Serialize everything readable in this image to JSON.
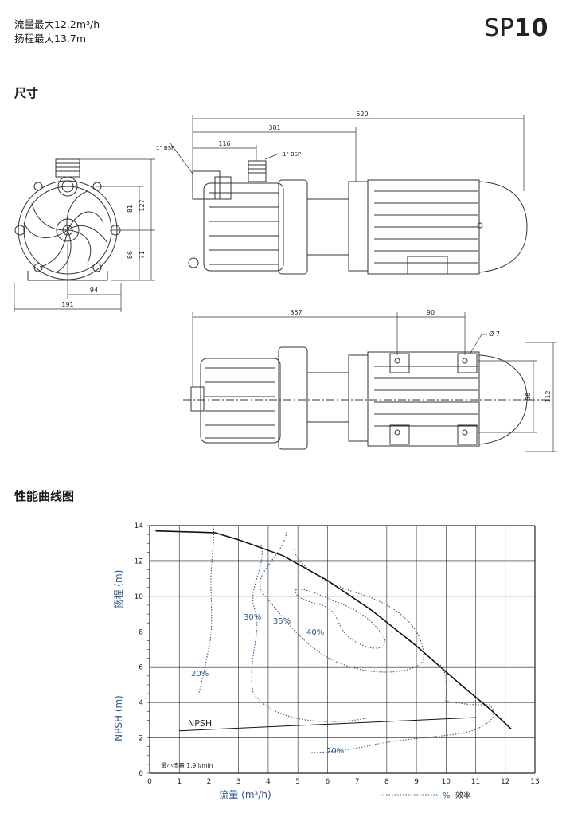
{
  "header": {
    "flow_max": "流量最大12.2m³/h",
    "head_max": "扬程最大13.7m",
    "model_prefix": "SP",
    "model_number": "10"
  },
  "sections": {
    "dimensions": "尺寸",
    "performance": "性能曲线图"
  },
  "drawing": {
    "front_labels": {
      "d127": "127",
      "d81": "81",
      "d86": "86",
      "d71": "71",
      "d94": "94",
      "d191": "191"
    },
    "side_labels": {
      "d520": "520",
      "d301": "301",
      "d116": "116",
      "bsp1": "1\" BSP",
      "bsp2": "1\" BSP"
    },
    "top_labels": {
      "d357": "357",
      "d90": "90",
      "d7": "Ø 7",
      "d56": "56",
      "d112": "112"
    }
  },
  "chart_data": {
    "type": "line",
    "xlabel": "流量 (m³/h)",
    "ylabel_head": "扬程 (m)",
    "ylabel_npsh": "NPSH (m)",
    "xlim": [
      0,
      13
    ],
    "ylim": [
      0,
      14
    ],
    "x_ticks": [
      "0",
      "1",
      "2",
      "3",
      "4",
      "5",
      "6",
      "7",
      "8",
      "9",
      "10",
      "11",
      "12",
      "13"
    ],
    "y_ticks": [
      "0",
      "2",
      "4",
      "6",
      "8",
      "10",
      "12",
      "14"
    ],
    "grid": true,
    "series": [
      {
        "name": "",
        "x": [
          0.2,
          2.2,
          3.0,
          4.5,
          6.0,
          7.5,
          9.0,
          10.5,
          11.5,
          12.2
        ],
        "y": [
          13.7,
          13.6,
          13.2,
          12.3,
          10.9,
          9.2,
          7.2,
          5.0,
          3.6,
          2.5
        ]
      },
      {
        "name": "NPSH",
        "x": [
          1.0,
          3.0,
          5.0,
          7.0,
          9.0,
          11.0
        ],
        "y": [
          2.4,
          2.55,
          2.7,
          2.85,
          3.0,
          3.15
        ]
      }
    ],
    "annotations": {
      "npsh": "NPSH",
      "min_flow": "最小流量 1.9 l/min",
      "eff20a": "20%",
      "eff30": "30%",
      "eff35": "35%",
      "eff40": "40%",
      "eff20b": "20%"
    },
    "legend": {
      "symbol": "%",
      "label": "效率",
      "placement": "bottom-right"
    }
  }
}
